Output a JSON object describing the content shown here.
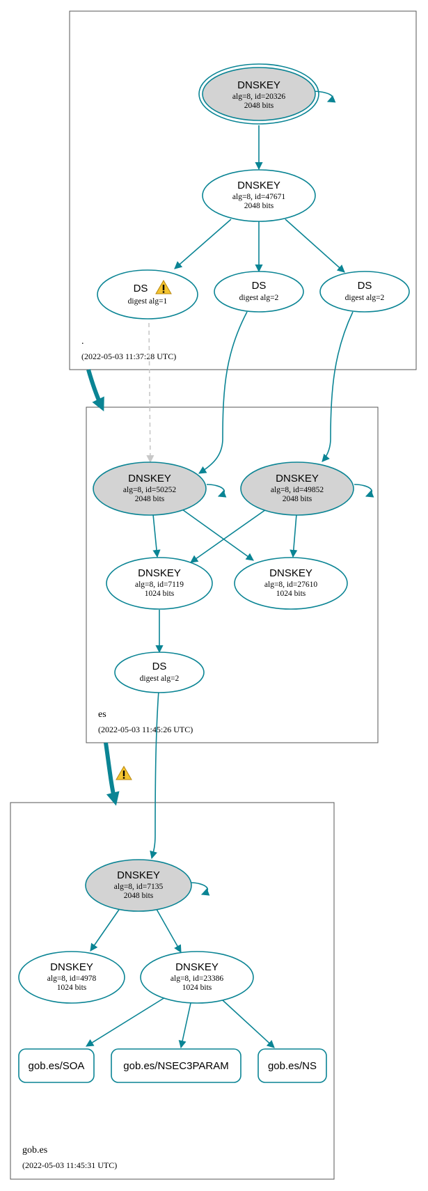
{
  "colors": {
    "edge": "#0a8494",
    "dashed_edge": "#c8c8c8",
    "sep_fill": "#d3d3d3",
    "zone_border": "#555555",
    "warning": "#f4c430"
  },
  "zones": {
    "root": {
      "name": ".",
      "timestamp": "(2022-05-03 11:37:28 UTC)"
    },
    "es": {
      "name": "es",
      "timestamp": "(2022-05-03 11:45:26 UTC)"
    },
    "gob_es": {
      "name": "gob.es",
      "timestamp": "(2022-05-03 11:45:31 UTC)"
    }
  },
  "nodes": {
    "root_ksk": {
      "title": "DNSKEY",
      "line1": "alg=8, id=20326",
      "line2": "2048 bits"
    },
    "root_zsk": {
      "title": "DNSKEY",
      "line1": "alg=8, id=47671",
      "line2": "2048 bits"
    },
    "root_ds1": {
      "title": "DS",
      "line1": "digest alg=1",
      "warning_icon": "warning-icon"
    },
    "root_ds2": {
      "title": "DS",
      "line1": "digest alg=2"
    },
    "root_ds3": {
      "title": "DS",
      "line1": "digest alg=2"
    },
    "es_ksk1": {
      "title": "DNSKEY",
      "line1": "alg=8, id=50252",
      "line2": "2048 bits"
    },
    "es_ksk2": {
      "title": "DNSKEY",
      "line1": "alg=8, id=49852",
      "line2": "2048 bits"
    },
    "es_zsk1": {
      "title": "DNSKEY",
      "line1": "alg=8, id=7119",
      "line2": "1024 bits"
    },
    "es_zsk2": {
      "title": "DNSKEY",
      "line1": "alg=8, id=27610",
      "line2": "1024 bits"
    },
    "es_ds": {
      "title": "DS",
      "line1": "digest alg=2"
    },
    "gob_ksk": {
      "title": "DNSKEY",
      "line1": "alg=8, id=7135",
      "line2": "2048 bits"
    },
    "gob_zsk1": {
      "title": "DNSKEY",
      "line1": "alg=8, id=4978",
      "line2": "1024 bits"
    },
    "gob_zsk2": {
      "title": "DNSKEY",
      "line1": "alg=8, id=23386",
      "line2": "1024 bits"
    }
  },
  "rrsets": {
    "soa": "gob.es/SOA",
    "nsec3param": "gob.es/NSEC3PARAM",
    "ns": "gob.es/NS"
  },
  "delegation_warning_icon": "warning-icon"
}
